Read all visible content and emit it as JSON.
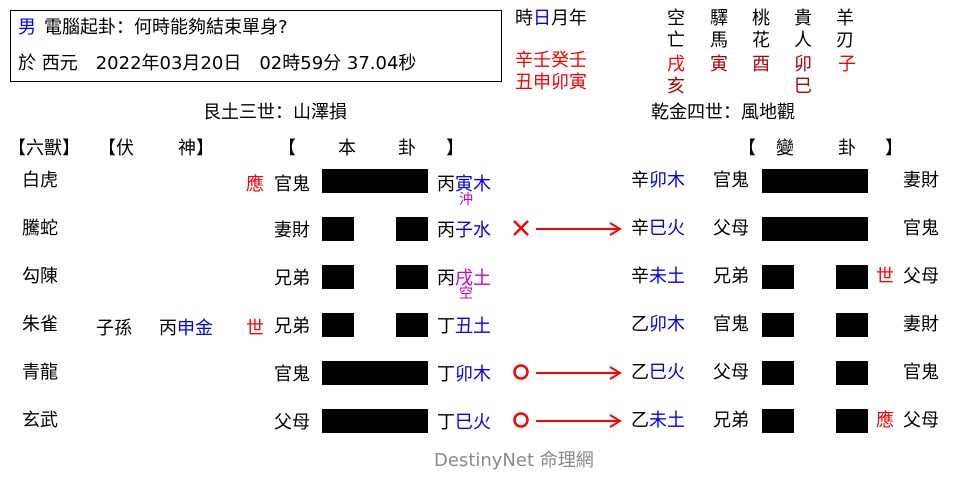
{
  "question_box": {
    "gender": "男",
    "question": "電腦起卦：何時能夠結束單身?",
    "date_line": "於 西元　2022年03月20日　02時59分 37.04秒"
  },
  "time_panel": {
    "title_prefix": "時",
    "title_highlight": "日",
    "title_suffix": "月年",
    "stems": "辛壬癸壬",
    "branches": "丑申卯寅"
  },
  "spirits_panel": {
    "headers": [
      {
        "top": "空",
        "bottom": "亡"
      },
      {
        "top": "驛",
        "bottom": "馬"
      },
      {
        "top": "桃",
        "bottom": "花"
      },
      {
        "top": "貴",
        "bottom": "人"
      },
      {
        "top": "羊",
        "bottom": "刃"
      }
    ],
    "values_row1": [
      "戌",
      "寅",
      "酉",
      "卯",
      "子"
    ],
    "values_row2": [
      "亥",
      "巳"
    ]
  },
  "hexagram_names": {
    "original": "艮土三世：山澤損",
    "changed": "乾金四世：風地觀"
  },
  "headers": {
    "liushou": "【六獸】",
    "fushen_open": "【伏",
    "fushen_close": "神】",
    "bengua_open": "【",
    "bengua_char1": "本",
    "bengua_char2": "卦",
    "bengua_close": "】",
    "biangua_open": "【",
    "biangua_char1": "變",
    "biangua_char2": "卦",
    "biangua_close": "】"
  },
  "rows": [
    {
      "liushou": "白虎",
      "fushen_relation": "",
      "fushen_stem": "",
      "fushen_branch": "",
      "shi_ying": "應",
      "orig_relation": "官鬼",
      "orig_line": "yang",
      "orig_stem": "丙",
      "orig_branch": "寅木",
      "orig_note": "沖",
      "moving": "",
      "changed_stem": "辛",
      "changed_branch": "卯木",
      "changed_relation": "官鬼",
      "changed_line": "yang",
      "changed_shi_ying": "",
      "changed_right": "妻財"
    },
    {
      "liushou": "騰蛇",
      "fushen_relation": "",
      "fushen_stem": "",
      "fushen_branch": "",
      "shi_ying": "",
      "orig_relation": "妻財",
      "orig_line": "yin",
      "orig_stem": "丙",
      "orig_branch": "子水",
      "orig_note": "",
      "moving": "X",
      "changed_stem": "辛",
      "changed_branch": "巳火",
      "changed_relation": "父母",
      "changed_line": "yang",
      "changed_shi_ying": "",
      "changed_right": "官鬼"
    },
    {
      "liushou": "勾陳",
      "fushen_relation": "",
      "fushen_stem": "",
      "fushen_branch": "",
      "shi_ying": "",
      "orig_relation": "兄弟",
      "orig_line": "yin",
      "orig_stem": "丙",
      "orig_branch": "戌土",
      "orig_note": "空",
      "moving": "",
      "changed_stem": "辛",
      "changed_branch": "未土",
      "changed_relation": "兄弟",
      "changed_line": "yin",
      "changed_shi_ying": "世",
      "changed_right": "父母"
    },
    {
      "liushou": "朱雀",
      "fushen_relation": "子孫",
      "fushen_stem": "丙",
      "fushen_branch": "申金",
      "shi_ying": "世",
      "orig_relation": "兄弟",
      "orig_line": "yin",
      "orig_stem": "丁",
      "orig_branch": "丑土",
      "orig_note": "",
      "moving": "",
      "changed_stem": "乙",
      "changed_branch": "卯木",
      "changed_relation": "官鬼",
      "changed_line": "yin",
      "changed_shi_ying": "",
      "changed_right": "妻財"
    },
    {
      "liushou": "青龍",
      "fushen_relation": "",
      "fushen_stem": "",
      "fushen_branch": "",
      "shi_ying": "",
      "orig_relation": "官鬼",
      "orig_line": "yang",
      "orig_stem": "丁",
      "orig_branch": "卯木",
      "orig_note": "",
      "moving": "O",
      "changed_stem": "乙",
      "changed_branch": "巳火",
      "changed_relation": "父母",
      "changed_line": "yin",
      "changed_shi_ying": "",
      "changed_right": "官鬼"
    },
    {
      "liushou": "玄武",
      "fushen_relation": "",
      "fushen_stem": "",
      "fushen_branch": "",
      "shi_ying": "",
      "orig_relation": "父母",
      "orig_line": "yang",
      "orig_stem": "丁",
      "orig_branch": "巳火",
      "orig_note": "",
      "moving": "O",
      "changed_stem": "乙",
      "changed_branch": "未土",
      "changed_relation": "兄弟",
      "changed_line": "yin",
      "changed_shi_ying": "應",
      "changed_right": "父母"
    }
  ],
  "footer": {
    "brand": "DestinyNet 命理網"
  },
  "colors": {
    "blue": "#0000ff",
    "red": "#ff0000",
    "dark_red": "#b00000",
    "magenta": "#cc00cc",
    "gray": "#8a8a8a"
  }
}
